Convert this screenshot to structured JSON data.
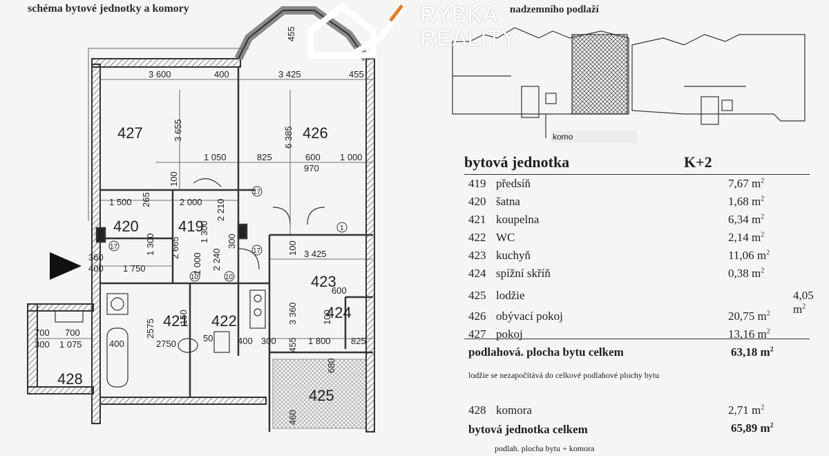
{
  "captions": {
    "left": "schéma bytové jednotky a komory",
    "right": "nadzemního podlaží"
  },
  "brand": {
    "line1": "RYBKA",
    "line2": "REALITY"
  },
  "mini_plan_label": "komo",
  "plan": {
    "rooms": [
      "427",
      "426",
      "420",
      "419",
      "423",
      "424",
      "421",
      "422",
      "425",
      "428"
    ],
    "dimensions": [
      "3 600",
      "400",
      "3 425",
      "455",
      "455",
      "3 655",
      "6 385",
      "1 050",
      "825",
      "600",
      "1 000",
      "970",
      "100",
      "1 500",
      "265",
      "2 000",
      "2 210",
      "2 665",
      "1 300",
      "1 300",
      "2 240",
      "1 000",
      "300",
      "360",
      "400",
      "1 750",
      "100",
      "3 425",
      "3 360",
      "600",
      "100",
      "2575",
      "2750",
      "400",
      "150",
      "50",
      "400",
      "300",
      "455",
      "1 800",
      "825",
      "700",
      "700",
      "300",
      "1 075",
      "460",
      "680"
    ],
    "markers": [
      "17",
      "1",
      "17",
      "17",
      "10",
      "10"
    ]
  },
  "table": {
    "title": "bytová jednotka",
    "type": "K+2",
    "rows": [
      {
        "num": "419",
        "name": "předsíň",
        "area": "7,67 m",
        "sup": "2"
      },
      {
        "num": "420",
        "name": "šatna",
        "area": "1,68 m",
        "sup": "2"
      },
      {
        "num": "421",
        "name": "koupelna",
        "area": "6,34 m",
        "sup": "2"
      },
      {
        "num": "422",
        "name": "WC",
        "area": "2,14 m",
        "sup": "2"
      },
      {
        "num": "423",
        "name": "kuchyň",
        "area": "11,06 m",
        "sup": "2"
      },
      {
        "num": "424",
        "name": "spížní skříň",
        "area": "0,38 m",
        "sup": "2"
      },
      {
        "num": "425",
        "name": "lodžie",
        "area": "4,05 m",
        "sup": "2"
      },
      {
        "num": "426",
        "name": "obývací pokoj",
        "area": "20,75 m",
        "sup": "2"
      },
      {
        "num": "427",
        "name": "pokoj",
        "area": "13,16 m",
        "sup": "2"
      }
    ],
    "floor_total_label": "podlahová. plocha bytu celkem",
    "floor_total_value": "63,18 m",
    "floor_total_sup": "2",
    "loggia_note": "lodžie se nezapočítává do celkové podlahové plochy bytu",
    "storage": {
      "num": "428",
      "name": "komora",
      "area": "2,71 m",
      "sup": "2"
    },
    "unit_total_label": "bytová jednotka  celkem",
    "unit_total_value": "65,89 m",
    "unit_total_sup": "2",
    "footer_note": "podlah. plocha bytu + komora"
  }
}
